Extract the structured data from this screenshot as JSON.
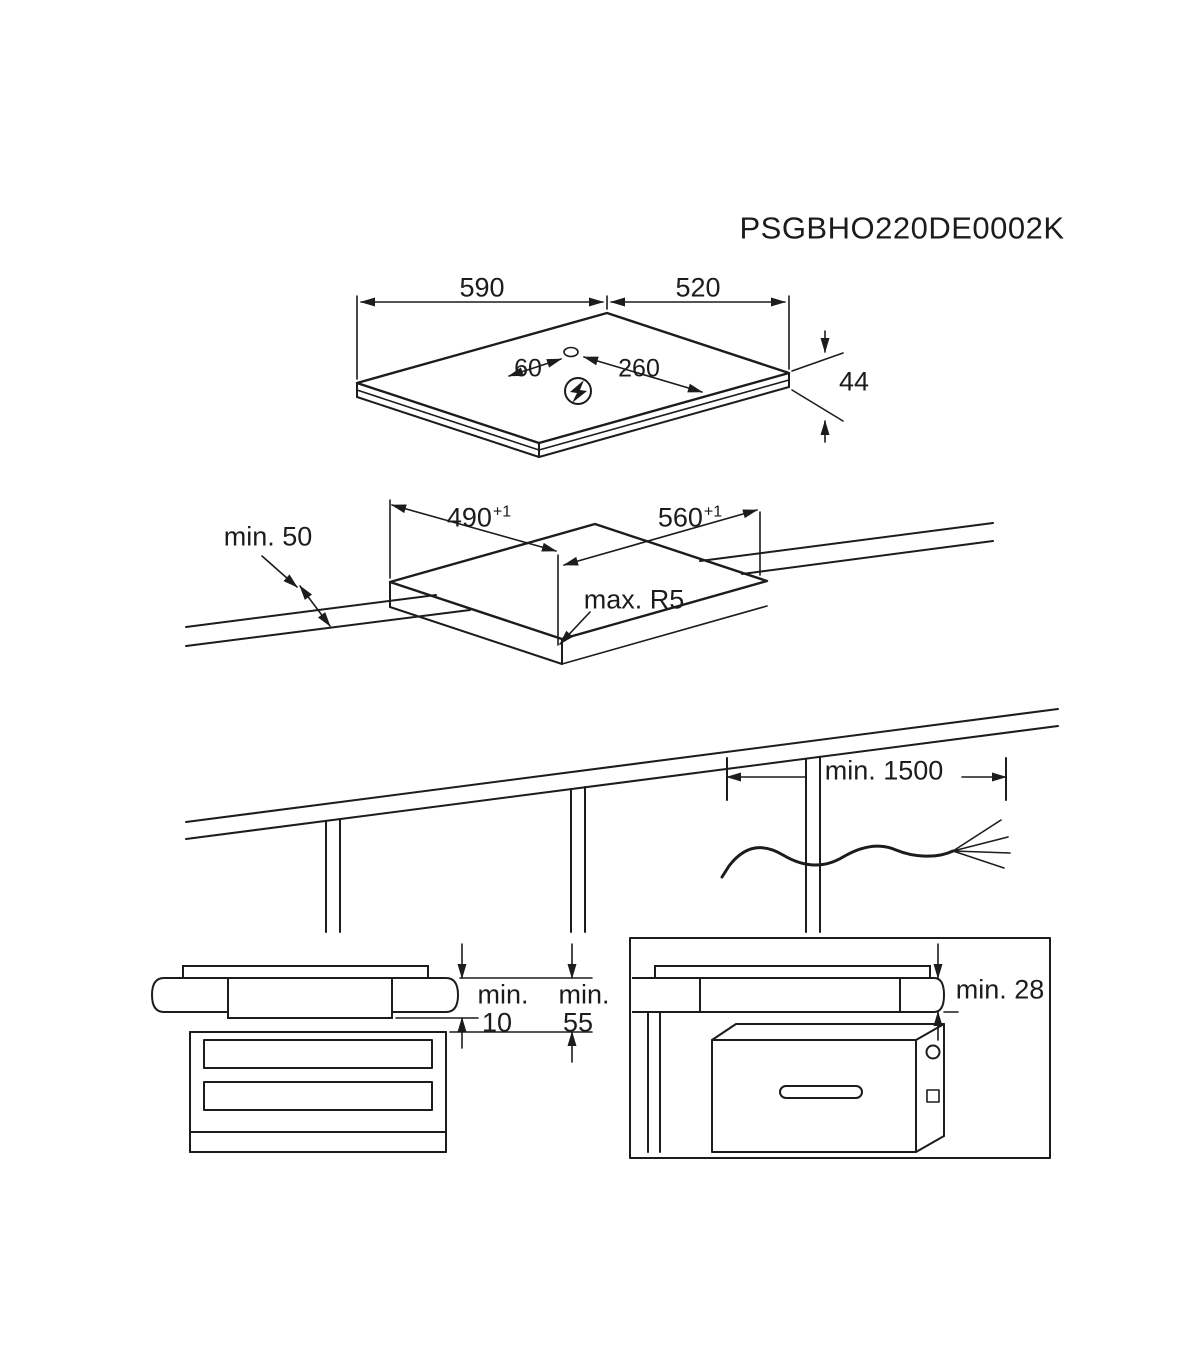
{
  "product_code": "PSGBHO220DE0002K",
  "colors": {
    "line": "#1c1c1c",
    "background": "#ffffff"
  },
  "icons": {
    "power_connection": "lightning-bolt-icon"
  },
  "hob": {
    "width": "590",
    "depth": "520",
    "height": "44",
    "hole_offset": "60",
    "hole_span": "260"
  },
  "cutout": {
    "depth_value": "490",
    "depth_tolerance": "+1",
    "width_value": "560",
    "width_tolerance": "+1",
    "rear_clearance": "min. 50",
    "corner_radius": "max. R5"
  },
  "cable": {
    "length": "min. 1500"
  },
  "side_view": {
    "hob_clearance_prefix": "min.",
    "hob_clearance_value": "10",
    "worktop_clearance_prefix": "min.",
    "worktop_clearance_value": "55"
  },
  "oven_view": {
    "clearance": "min. 28"
  }
}
